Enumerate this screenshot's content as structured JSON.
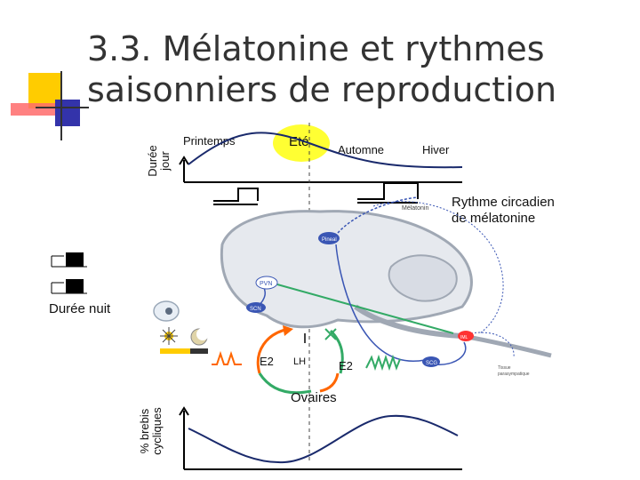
{
  "slide": {
    "title_line1": "3.3. Mélatonine et rythmes",
    "title_line2": "saisonniers de reproduction"
  },
  "day_length_axis": {
    "label_line1": "Durée",
    "label_line2": "jour"
  },
  "seasons": {
    "spring": "Printemps",
    "summer": "Eté",
    "autumn": "Automne",
    "winter": "Hiver"
  },
  "circadian": {
    "label_line1": "Rythme circadien",
    "label_line2": "de mélatonine",
    "small_label": "Mélatonin"
  },
  "night_length": {
    "label": "Durée nuit"
  },
  "brain_labels": {
    "pineal": "Pineal",
    "pvn": "PVN",
    "scn": "SCN",
    "scg": "SCG",
    "iml": "IML",
    "tissue_line1": "Tissue",
    "tissue_line2": "parasympatique"
  },
  "hormones": {
    "e2_left": "E2",
    "lh": "LH",
    "e2_right": "E2",
    "ovaries": "Ovaires"
  },
  "cyclic_axis": {
    "label_line1": "% brebis",
    "label_line2": "cycliques"
  },
  "colors": {
    "title": "#333333",
    "summer_highlight": "#ffff33",
    "accent_yellow": "#ffcc00",
    "accent_red": "#ff3333",
    "accent_blue": "#3333cc",
    "wave_blue": "#1a2a6c",
    "orange_arrow": "#ff6600",
    "green_arrow": "#33aa66",
    "neural_blue": "#3a56b4",
    "brain_gray": "#a0a8b4"
  }
}
